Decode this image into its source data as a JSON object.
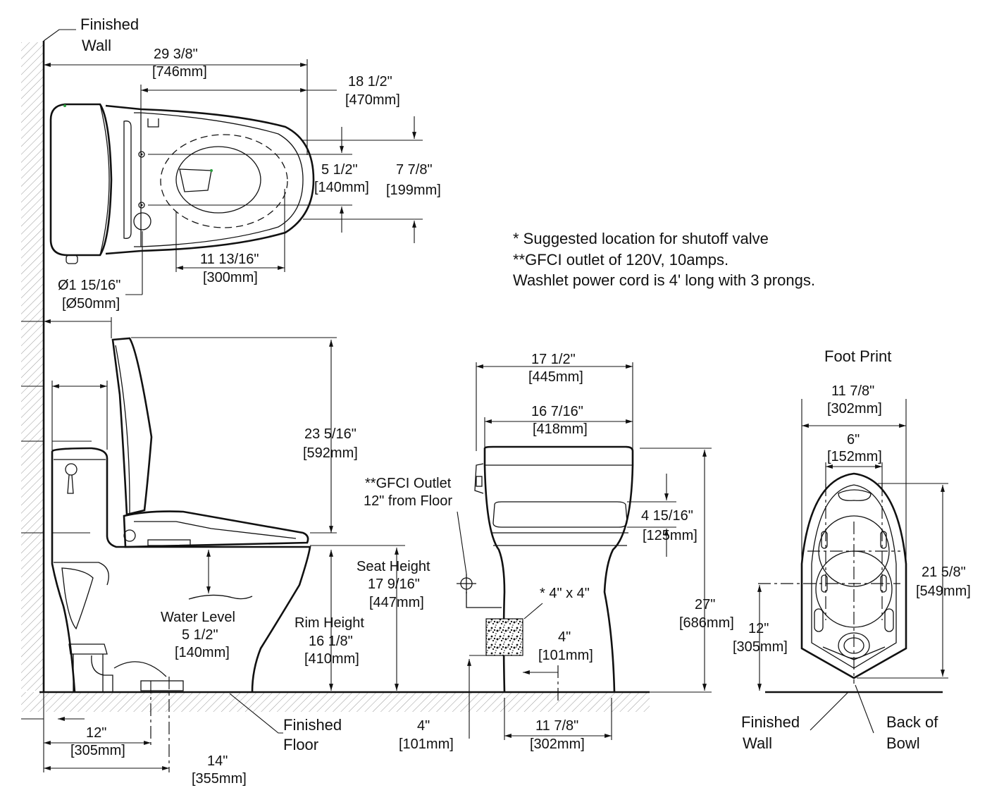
{
  "labels": {
    "finished_wall_top_1": "Finished",
    "finished_wall_top_2": "Wall",
    "d_29_38_in": "29 3/8\"",
    "d_29_38_mm": "[746mm]",
    "d_18_12_in": "18 1/2\"",
    "d_18_12_mm": "[470mm]",
    "d_5_12_in": "5 1/2\"",
    "d_5_12_mm": "[140mm]",
    "d_7_78_in": "7 7/8\"",
    "d_7_78_mm": "[199mm]",
    "d_11_1316_in": "11 13/16\"",
    "d_11_1316_mm": "[300mm]",
    "d_dia_in": "Ø1 15/16\"",
    "d_dia_mm": "[Ø50mm]",
    "d_23_516_in": "23 5/16\"",
    "d_23_516_mm": "[592mm]",
    "gfci_1": "**GFCI Outlet",
    "gfci_2": "12\" from Floor",
    "seat_h_1": "Seat Height",
    "seat_h_2": "17 9/16\"",
    "seat_h_3": "[447mm]",
    "water_1": "Water Level",
    "water_2": "5 1/2\"",
    "water_3": "[140mm]",
    "rim_1": "Rim Height",
    "rim_2": "16 1/8\"",
    "rim_3": "[410mm]",
    "d_12_in": "12\"",
    "d_12_mm": "[305mm]",
    "d_14_in": "14\"",
    "d_14_mm": "[355mm]",
    "floor_1": "Finished",
    "floor_2": "Floor",
    "d_4_in": "4\"",
    "d_4_mm": "[101mm]",
    "d_17_12_in": "17 1/2\"",
    "d_17_12_mm": "[445mm]",
    "d_16_716_in": "16 7/16\"",
    "d_16_716_mm": "[418mm]",
    "d_4_1516_in": "4 15/16\"",
    "d_4_1516_mm": "[125mm]",
    "d_4x4": "* 4\" x 4\"",
    "d_4b_in": "4\"",
    "d_4b_mm": "[101mm]",
    "d_27_in": "27\"",
    "d_27_mm": "[686mm]",
    "d_11_78_in": "11 7/8\"",
    "d_11_78_mm": "[302mm]",
    "footprint_title": "Foot Print",
    "fp_11_78_in": "11 7/8\"",
    "fp_11_78_mm": "[302mm]",
    "fp_6_in": "6\"",
    "fp_6_mm": "[152mm]",
    "fp_21_58_in": "21 5/8\"",
    "fp_21_58_mm": "[549mm]",
    "fp_12_in": "12\"",
    "fp_12_mm": "[305mm]",
    "fp_wall_1": "Finished",
    "fp_wall_2": "Wall",
    "fp_back_1": "Back of",
    "fp_back_2": "Bowl"
  },
  "notes": [
    "* Suggested location for shutoff valve",
    "**GFCI outlet of 120V, 10amps.",
    "Washlet power cord is 4' long with 3 prongs."
  ]
}
